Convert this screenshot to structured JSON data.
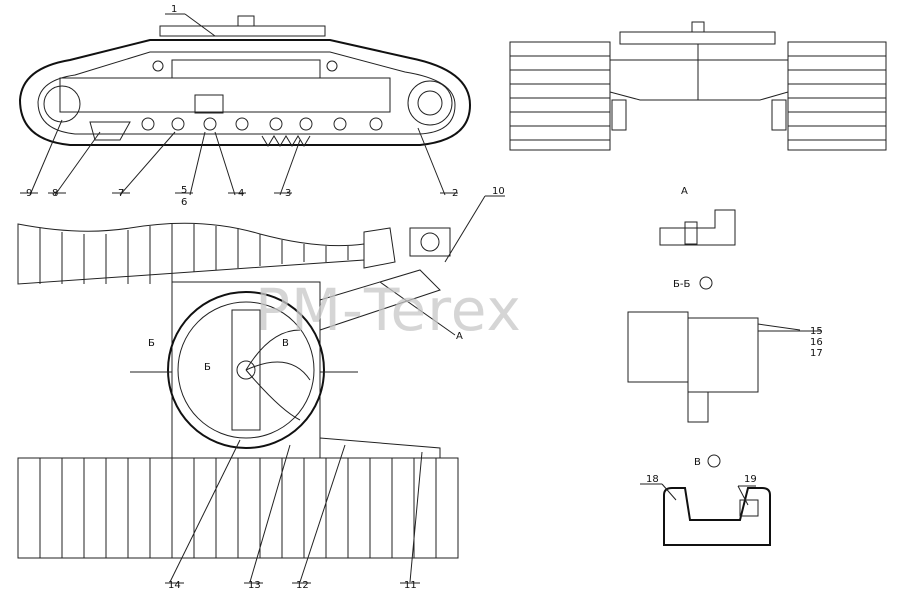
{
  "watermark": "РМ-Terex",
  "callouts": {
    "c1": "1",
    "c2": "2",
    "c3": "3",
    "c4": "4",
    "c5": "5",
    "c6": "6",
    "c7": "7",
    "c8": "8",
    "c9": "9",
    "c10": "10",
    "c11": "11",
    "c12": "12",
    "c13": "13",
    "c14": "14",
    "c15": "15",
    "c16": "16",
    "c17": "17",
    "c18": "18",
    "c19": "19"
  },
  "section_marks": {
    "view_a_title": "А",
    "view_a_pointer": "А",
    "section_bb_title": "Б-Б",
    "section_bb_mark_left": "Б",
    "section_bb_mark_right": "Б",
    "view_v_title": "В",
    "view_v_mark": "В"
  }
}
